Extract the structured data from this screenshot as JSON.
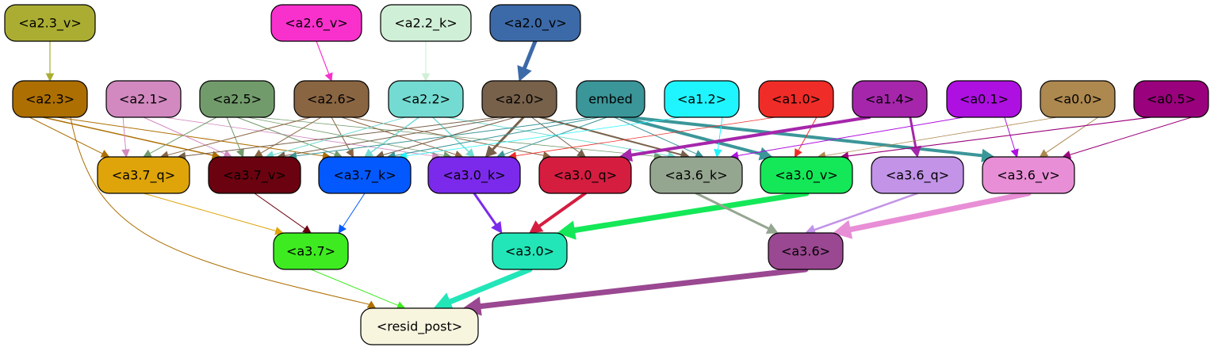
{
  "nodes": [
    {
      "id": "a2_3_v",
      "label": "<a2.3_v>",
      "fill": "#abad33",
      "text": "#000000"
    },
    {
      "id": "a2_6_v",
      "label": "<a2.6_v>",
      "fill": "#f931cc",
      "text": "#000000"
    },
    {
      "id": "a2_2_k",
      "label": "<a2.2_k>",
      "fill": "#d0efd7",
      "text": "#000000"
    },
    {
      "id": "a2_0_v",
      "label": "<a2.0_v>",
      "fill": "#3c6aa8",
      "text": "#000000"
    },
    {
      "id": "a2_3",
      "label": "<a2.3>",
      "fill": "#ad6f02",
      "text": "#000000"
    },
    {
      "id": "a2_1",
      "label": "<a2.1>",
      "fill": "#d289c0",
      "text": "#000000"
    },
    {
      "id": "a2_5",
      "label": "<a2.5>",
      "fill": "#729b6c",
      "text": "#000000"
    },
    {
      "id": "a2_6",
      "label": "<a2.6>",
      "fill": "#8a6542",
      "text": "#000000"
    },
    {
      "id": "a2_2",
      "label": "<a2.2>",
      "fill": "#74dbd2",
      "text": "#000000"
    },
    {
      "id": "a2_0",
      "label": "<a2.0>",
      "fill": "#77614a",
      "text": "#000000"
    },
    {
      "id": "embed",
      "label": "embed",
      "fill": "#3b9699",
      "text": "#000000"
    },
    {
      "id": "a1_2",
      "label": "<a1.2>",
      "fill": "#1ff5fe",
      "text": "#000000"
    },
    {
      "id": "a1_0",
      "label": "<a1.0>",
      "fill": "#ef2c27",
      "text": "#000000"
    },
    {
      "id": "a1_4",
      "label": "<a1.4>",
      "fill": "#a526ab",
      "text": "#000000"
    },
    {
      "id": "a0_1",
      "label": "<a0.1>",
      "fill": "#ae10e1",
      "text": "#000000"
    },
    {
      "id": "a0_0",
      "label": "<a0.0>",
      "fill": "#ad884f",
      "text": "#000000"
    },
    {
      "id": "a0_5",
      "label": "<a0.5>",
      "fill": "#9a017c",
      "text": "#000000"
    },
    {
      "id": "a3_7_q",
      "label": "<a3.7_q>",
      "fill": "#dea40a",
      "text": "#000000"
    },
    {
      "id": "a3_7_v",
      "label": "<a3.7_v>",
      "fill": "#6b0210",
      "text": "#000000"
    },
    {
      "id": "a3_7_k",
      "label": "<a3.7_k>",
      "fill": "#0359fe",
      "text": "#000000"
    },
    {
      "id": "a3_0_k",
      "label": "<a3.0_k>",
      "fill": "#7b2aeb",
      "text": "#000000"
    },
    {
      "id": "a3_0_q",
      "label": "<a3.0_q>",
      "fill": "#d51d40",
      "text": "#000000"
    },
    {
      "id": "a3_6_k",
      "label": "<a3.6_k>",
      "fill": "#95a690",
      "text": "#000000"
    },
    {
      "id": "a3_0_v",
      "label": "<a3.0_v>",
      "fill": "#14e858",
      "text": "#000000"
    },
    {
      "id": "a3_6_q",
      "label": "<a3.6_q>",
      "fill": "#c293e7",
      "text": "#000000"
    },
    {
      "id": "a3_6_v",
      "label": "<a3.6_v>",
      "fill": "#e88ed6",
      "text": "#000000"
    },
    {
      "id": "a3_7",
      "label": "<a3.7>",
      "fill": "#3eeb20",
      "text": "#000000"
    },
    {
      "id": "a3_0",
      "label": "<a3.0>",
      "fill": "#22e6b8",
      "text": "#000000"
    },
    {
      "id": "a3_6",
      "label": "<a3.6>",
      "fill": "#9a4891",
      "text": "#000000"
    },
    {
      "id": "resid_post",
      "label": "<resid_post>",
      "fill": "#f8f5df",
      "text": "#000000"
    }
  ],
  "edges": [
    {
      "from": "a2_3_v",
      "to": "a2_3",
      "color": "#abad33",
      "weight": 1.2
    },
    {
      "from": "a2_6_v",
      "to": "a2_6",
      "color": "#f931cc",
      "weight": 1.2
    },
    {
      "from": "a2_2_k",
      "to": "a2_2",
      "color": "#d0efd7",
      "weight": 1.2
    },
    {
      "from": "a2_0_v",
      "to": "a2_0",
      "color": "#3c6aa8",
      "weight": 5
    },
    {
      "from": "a2_3",
      "to": "a3_7_q",
      "color": "#ad6f02",
      "weight": 1
    },
    {
      "from": "a2_3",
      "to": "a3_7_v",
      "color": "#ad6f02",
      "weight": 1.5
    },
    {
      "from": "a2_3",
      "to": "a3_7_k",
      "color": "#ad6f02",
      "weight": 1
    },
    {
      "from": "a2_3",
      "to": "resid_post",
      "color": "#ad6f02",
      "weight": 1
    },
    {
      "from": "a2_1",
      "to": "a3_7_q",
      "color": "#d289c0",
      "weight": 1
    },
    {
      "from": "a2_1",
      "to": "a3_7_v",
      "color": "#d289c0",
      "weight": 1
    },
    {
      "from": "a2_1",
      "to": "a3_0_k",
      "color": "#d289c0",
      "weight": 0.8
    },
    {
      "from": "a2_5",
      "to": "a3_7_q",
      "color": "#729b6c",
      "weight": 1
    },
    {
      "from": "a2_5",
      "to": "a3_7_v",
      "color": "#729b6c",
      "weight": 1
    },
    {
      "from": "a2_5",
      "to": "a3_7_k",
      "color": "#729b6c",
      "weight": 1
    },
    {
      "from": "a2_5",
      "to": "a3_0_k",
      "color": "#729b6c",
      "weight": 0.8
    },
    {
      "from": "a2_5",
      "to": "a3_6_k",
      "color": "#729b6c",
      "weight": 0.8
    },
    {
      "from": "a2_6",
      "to": "a3_7_q",
      "color": "#8a6542",
      "weight": 1
    },
    {
      "from": "a2_6",
      "to": "a3_7_v",
      "color": "#8a6542",
      "weight": 1
    },
    {
      "from": "a2_6",
      "to": "a3_7_k",
      "color": "#8a6542",
      "weight": 1
    },
    {
      "from": "a2_6",
      "to": "a3_0_k",
      "color": "#8a6542",
      "weight": 1
    },
    {
      "from": "a2_6",
      "to": "a3_0_q",
      "color": "#8a6542",
      "weight": 1
    },
    {
      "from": "a2_2",
      "to": "a3_7_v",
      "color": "#74dbd2",
      "weight": 1
    },
    {
      "from": "a2_2",
      "to": "a3_7_k",
      "color": "#74dbd2",
      "weight": 1.5
    },
    {
      "from": "a2_2",
      "to": "a3_0_k",
      "color": "#74dbd2",
      "weight": 1.5
    },
    {
      "from": "a2_2",
      "to": "a3_6_k",
      "color": "#74dbd2",
      "weight": 1
    },
    {
      "from": "a2_0",
      "to": "a3_7_q",
      "color": "#77614a",
      "weight": 1
    },
    {
      "from": "a2_0",
      "to": "a3_7_v",
      "color": "#77614a",
      "weight": 1
    },
    {
      "from": "a2_0",
      "to": "a3_7_k",
      "color": "#77614a",
      "weight": 1
    },
    {
      "from": "a2_0",
      "to": "a3_0_k",
      "color": "#77614a",
      "weight": 3
    },
    {
      "from": "a2_0",
      "to": "a3_0_q",
      "color": "#77614a",
      "weight": 1
    },
    {
      "from": "a2_0",
      "to": "a3_6_k",
      "color": "#77614a",
      "weight": 2
    },
    {
      "from": "embed",
      "to": "a3_7_v",
      "color": "#3b9699",
      "weight": 1
    },
    {
      "from": "embed",
      "to": "a3_7_k",
      "color": "#3b9699",
      "weight": 1
    },
    {
      "from": "embed",
      "to": "a3_0_k",
      "color": "#3b9699",
      "weight": 1
    },
    {
      "from": "embed",
      "to": "a3_6_k",
      "color": "#3b9699",
      "weight": 1
    },
    {
      "from": "embed",
      "to": "a3_0_v",
      "color": "#3b9699",
      "weight": 4
    },
    {
      "from": "embed",
      "to": "a3_6_v",
      "color": "#3b9699",
      "weight": 4
    },
    {
      "from": "a1_2",
      "to": "a3_7_k",
      "color": "#1ff5fe",
      "weight": 0.8
    },
    {
      "from": "a1_2",
      "to": "a3_6_k",
      "color": "#1ff5fe",
      "weight": 1
    },
    {
      "from": "a1_0",
      "to": "a3_0_k",
      "color": "#ef2c27",
      "weight": 0.8
    },
    {
      "from": "a1_0",
      "to": "a3_0_v",
      "color": "#ef2c27",
      "weight": 1
    },
    {
      "from": "a1_4",
      "to": "a3_0_q",
      "color": "#a526ab",
      "weight": 4
    },
    {
      "from": "a1_4",
      "to": "a3_6_q",
      "color": "#a526ab",
      "weight": 3
    },
    {
      "from": "a0_1",
      "to": "a3_6_k",
      "color": "#ae10e1",
      "weight": 1
    },
    {
      "from": "a0_1",
      "to": "a3_6_v",
      "color": "#ae10e1",
      "weight": 1
    },
    {
      "from": "a0_0",
      "to": "a3_0_v",
      "color": "#ad884f",
      "weight": 0.8
    },
    {
      "from": "a0_0",
      "to": "a3_6_v",
      "color": "#ad884f",
      "weight": 1
    },
    {
      "from": "a0_5",
      "to": "a3_0_v",
      "color": "#9a017c",
      "weight": 1.2
    },
    {
      "from": "a0_5",
      "to": "a3_6_v",
      "color": "#9a017c",
      "weight": 1
    },
    {
      "from": "a3_7_q",
      "to": "a3_7",
      "color": "#dea40a",
      "weight": 1
    },
    {
      "from": "a3_7_v",
      "to": "a3_7",
      "color": "#6b0210",
      "weight": 1
    },
    {
      "from": "a3_7_k",
      "to": "a3_7",
      "color": "#0359fe",
      "weight": 1
    },
    {
      "from": "a3_0_k",
      "to": "a3_0",
      "color": "#7b2aeb",
      "weight": 3
    },
    {
      "from": "a3_0_q",
      "to": "a3_0",
      "color": "#d51d40",
      "weight": 4
    },
    {
      "from": "a3_0_v",
      "to": "a3_0",
      "color": "#14e858",
      "weight": 7
    },
    {
      "from": "a3_6_k",
      "to": "a3_6",
      "color": "#95a690",
      "weight": 3
    },
    {
      "from": "a3_6_q",
      "to": "a3_6",
      "color": "#c293e7",
      "weight": 2.5
    },
    {
      "from": "a3_6_v",
      "to": "a3_6",
      "color": "#e88ed6",
      "weight": 7
    },
    {
      "from": "a3_7",
      "to": "resid_post",
      "color": "#3eeb20",
      "weight": 1
    },
    {
      "from": "a3_0",
      "to": "resid_post",
      "color": "#22e6b8",
      "weight": 7
    },
    {
      "from": "a3_6",
      "to": "resid_post",
      "color": "#9a4891",
      "weight": 7
    }
  ]
}
